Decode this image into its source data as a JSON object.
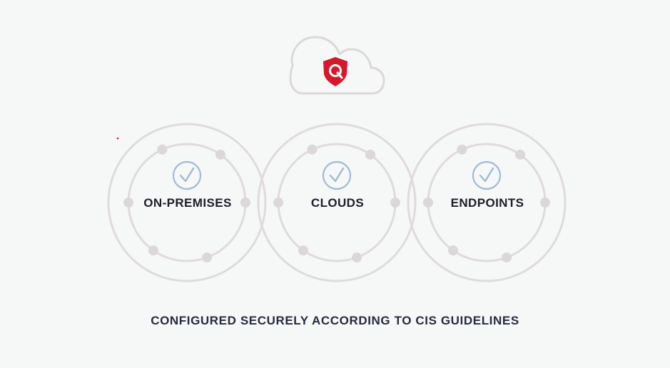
{
  "header": {
    "logo_icon": "qualys-shield-logo",
    "cloud_icon": "cloud-icon",
    "brand_color": "#d7182a"
  },
  "nodes": [
    {
      "label": "ON-PREMISES",
      "icon": "checkmark-circle-icon"
    },
    {
      "label": "CLOUDS",
      "icon": "checkmark-circle-icon"
    },
    {
      "label": "ENDPOINTS",
      "icon": "checkmark-circle-icon"
    }
  ],
  "caption": "CONFIGURED SECURELY ACCORDING TO CIS GUIDELINES",
  "colors": {
    "background": "#f6f7f7",
    "ring": "#e0dbdb",
    "dot": "#dcd8d8",
    "check": "#9dbcd8",
    "text": "#1c1f2a"
  }
}
